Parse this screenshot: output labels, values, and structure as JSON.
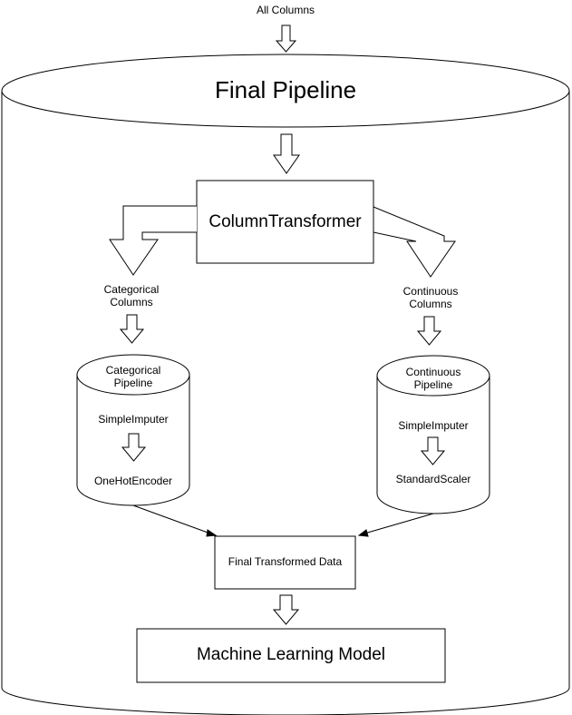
{
  "input_label": "All Columns",
  "pipeline_title": "Final Pipeline",
  "column_transformer": "ColumnTransformer",
  "categorical_columns": [
    "Categorical",
    "Columns"
  ],
  "continuous_columns": [
    "Continuous",
    "Columns"
  ],
  "categorical_pipeline": {
    "title": [
      "Categorical",
      "Pipeline"
    ],
    "step1": "SimpleImputer",
    "step2": "OneHotEncoder"
  },
  "continuous_pipeline": {
    "title": [
      "Continuous",
      "Pipeline"
    ],
    "step1": "SimpleImputer",
    "step2": "StandardScaler"
  },
  "transformed_data": "Final Transformed Data",
  "model": "Machine Learning Model"
}
